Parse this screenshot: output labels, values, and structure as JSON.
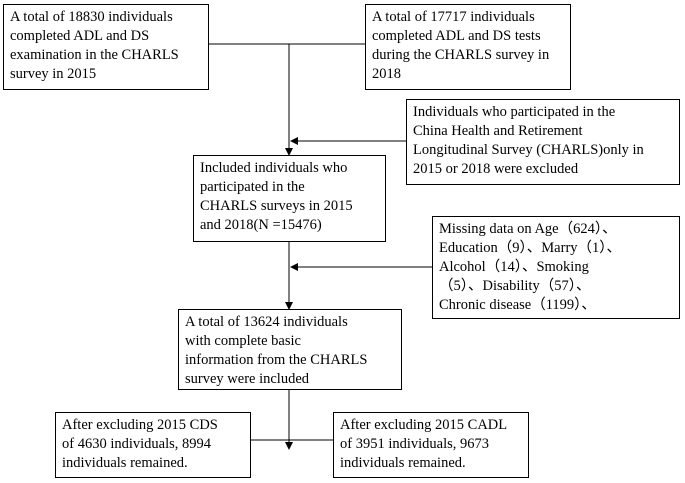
{
  "boxes": {
    "census_2015": "A total of 18830 individuals\ncompleted ADL and DS\nexamination in the CHARLS\nsurvey in 2015",
    "census_2018": "A total of 17717 individuals\ncompleted ADL and DS  tests\nduring the CHARLS survey in\n2018",
    "exclude_single_wave": "Individuals who participated in the\nChina Health and Retirement\nLongitudinal Survey (CHARLS)only in\n2015 or 2018 were excluded",
    "included_both_waves": "Included individuals who\nparticipated in the\nCHARLS surveys in 2015\nand 2018(N =15476)",
    "exclude_missing": "Missing data on Age（624）、\nEducation（9）、Marry（1）、\nAlcohol（14）、Smoking\n（5）、Disability（57）、\nChronic disease（1199）、",
    "complete_info": "A total of 13624 individuals\nwith complete basic\ninformation from the CHARLS\nsurvey were included",
    "final_cds": "After excluding 2015 CDS\nof 4630 individuals, 8994\nindividuals remained.",
    "final_cadl": "After excluding 2015 CADL\nof 3951 individuals, 9673\nindividuals remained."
  }
}
